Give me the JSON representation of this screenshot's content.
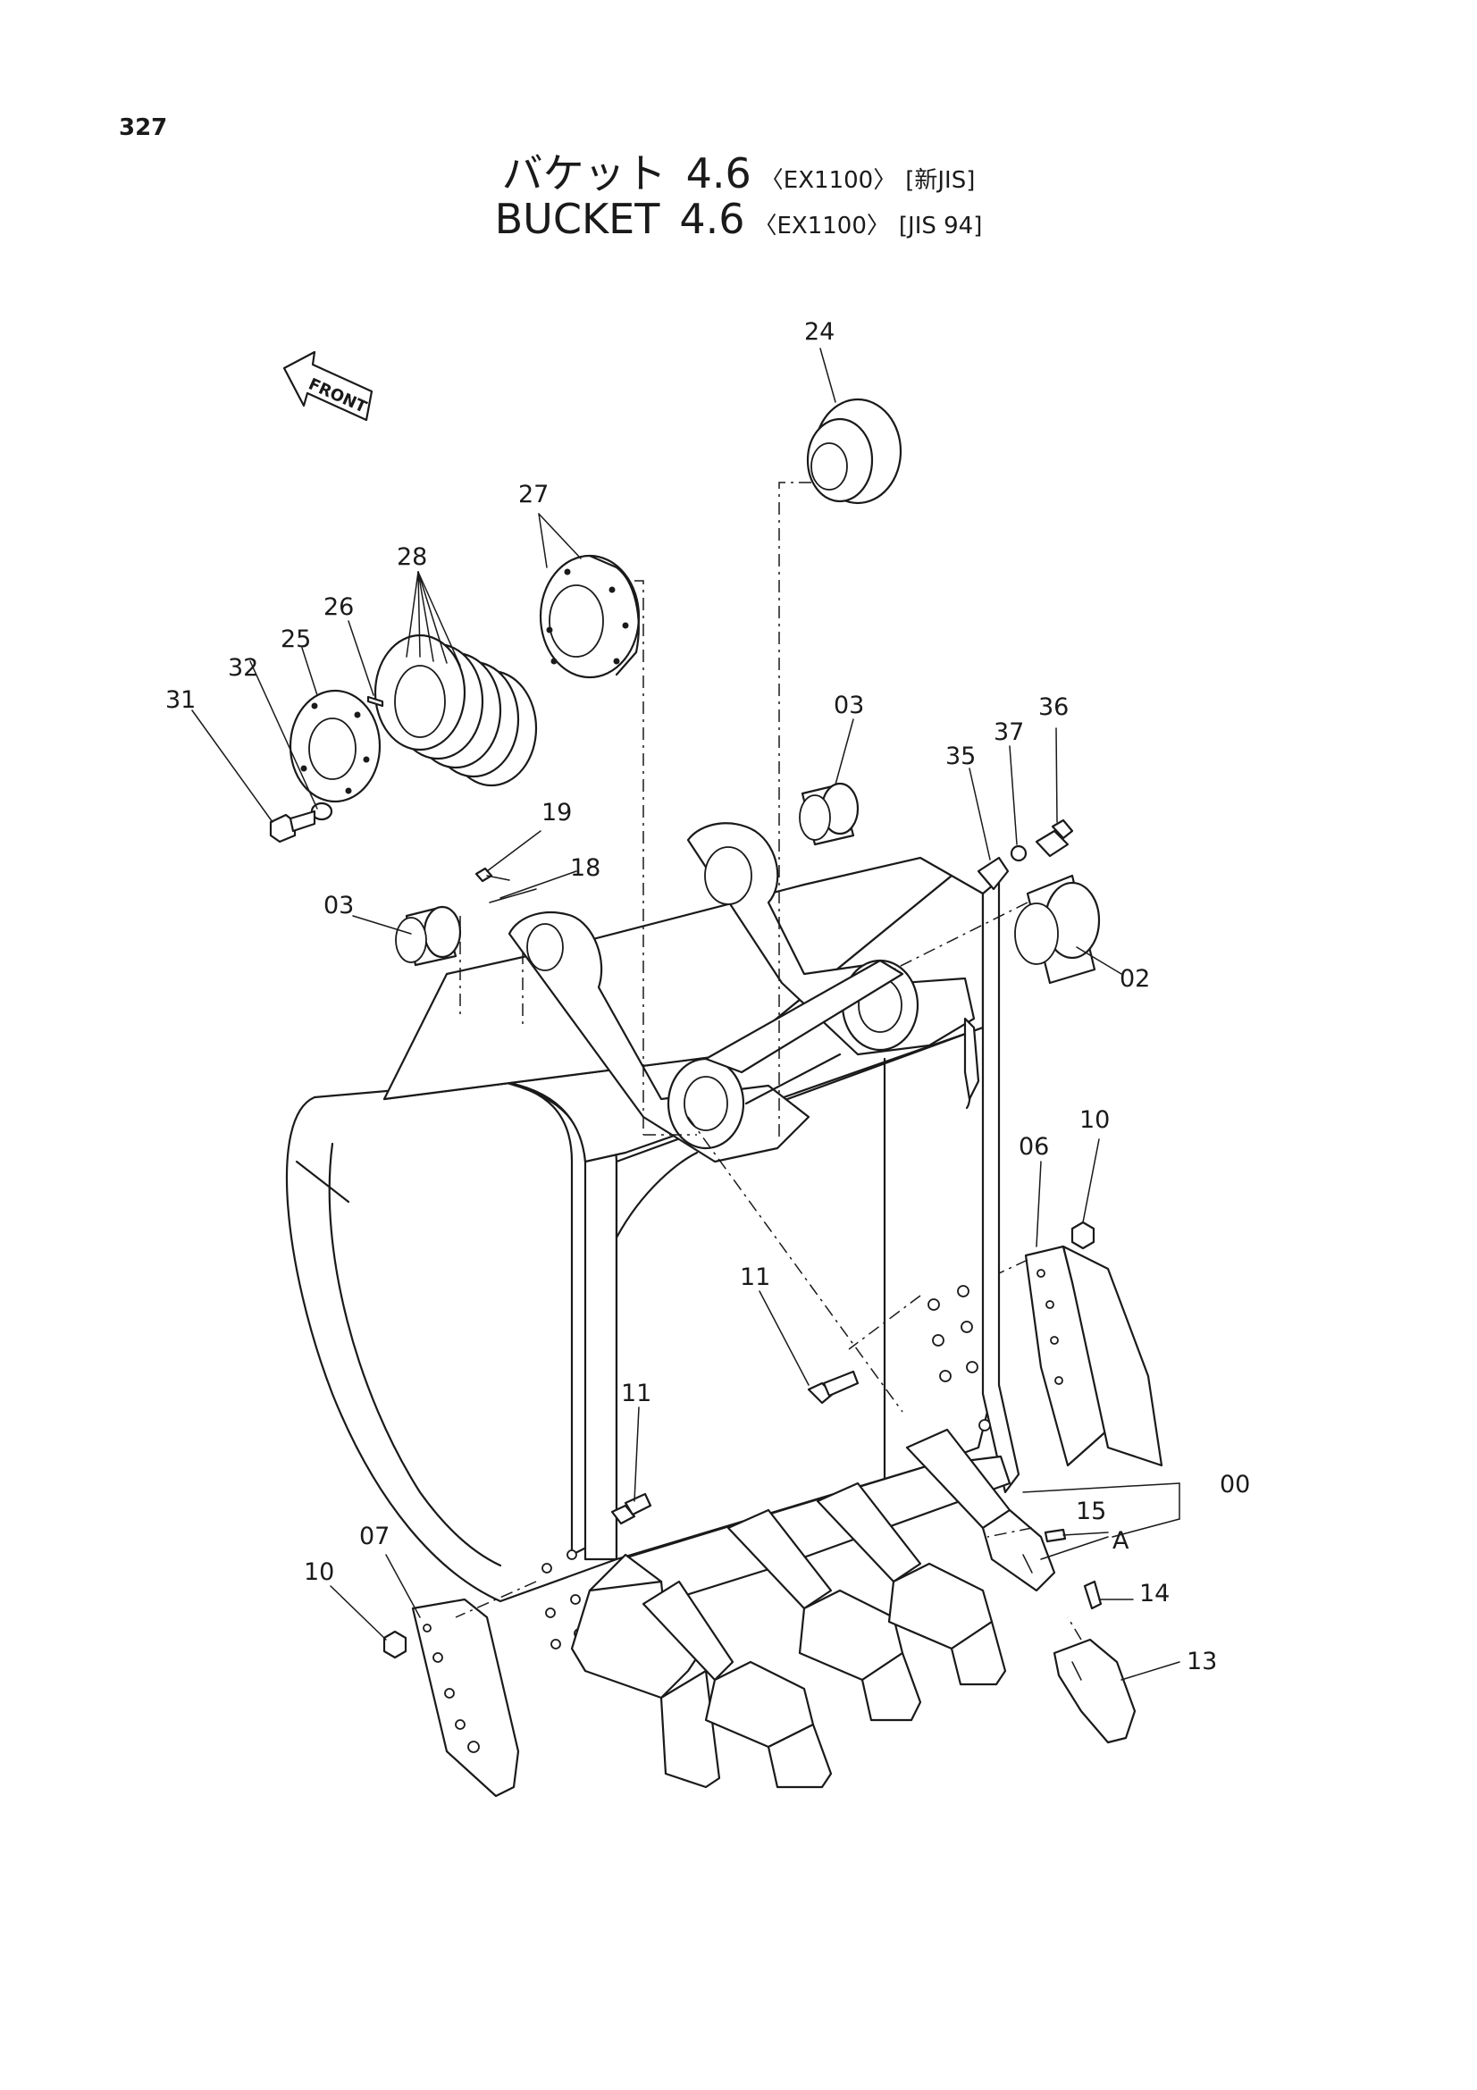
{
  "page_number": "327",
  "title": {
    "jp_main": "バケット",
    "jp_size": "4.6",
    "jp_model": "〈EX1100〉",
    "jp_standard": "[新JIS]",
    "en_main": "BUCKET",
    "en_size": "4.6",
    "en_model": "〈EX1100〉",
    "en_standard": "[JIS 94]"
  },
  "front_indicator": "FRONT",
  "callouts": {
    "p00": "00",
    "p02": "02",
    "p03_left": "03",
    "p03_right": "03",
    "p06": "06",
    "p07": "07",
    "p10_left": "10",
    "p10_right": "10",
    "p11_left": "11",
    "p11_center": "11",
    "p13": "13",
    "p14": "14",
    "p15": "15",
    "p18": "18",
    "p19": "19",
    "p24": "24",
    "p25": "25",
    "p26": "26",
    "p27": "27",
    "p28": "28",
    "p31": "31",
    "p32": "32",
    "p35": "35",
    "p36": "36",
    "p37": "37",
    "detail_a": "A"
  }
}
